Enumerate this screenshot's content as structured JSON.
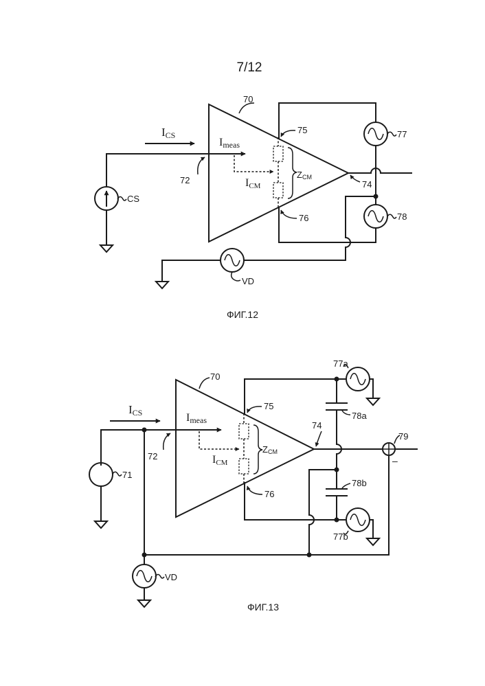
{
  "page_number": "7/12",
  "fig12": {
    "caption": "ФИГ.12",
    "labels": {
      "amp": "70",
      "input": "72",
      "top_node": "75",
      "bottom_node": "76",
      "output": "74",
      "src_top": "77",
      "src_bottom": "78",
      "cs": "CS",
      "vd": "VD"
    },
    "i_cs": {
      "main": "I",
      "sub": "CS"
    },
    "i_meas": {
      "main": "I",
      "sub": "meas"
    },
    "i_cm": {
      "main": "I",
      "sub": "CM"
    },
    "z_cm": {
      "main": "Z",
      "sub": "CM"
    }
  },
  "fig13": {
    "caption": "ФИГ.13",
    "labels": {
      "amp": "70",
      "input": "72",
      "source": "71",
      "top_node": "75",
      "bottom_node": "76",
      "output": "74",
      "src_top": "77a",
      "src_bottom": "77b",
      "cap_top": "78a",
      "cap_bottom": "78b",
      "summer": "79",
      "minus": "–",
      "vd": "VD"
    },
    "i_cs": {
      "main": "I",
      "sub": "CS"
    },
    "i_meas": {
      "main": "I",
      "sub": "meas"
    },
    "i_cm": {
      "main": "I",
      "sub": "CM"
    },
    "z_cm": {
      "main": "Z",
      "sub": "CM"
    }
  }
}
